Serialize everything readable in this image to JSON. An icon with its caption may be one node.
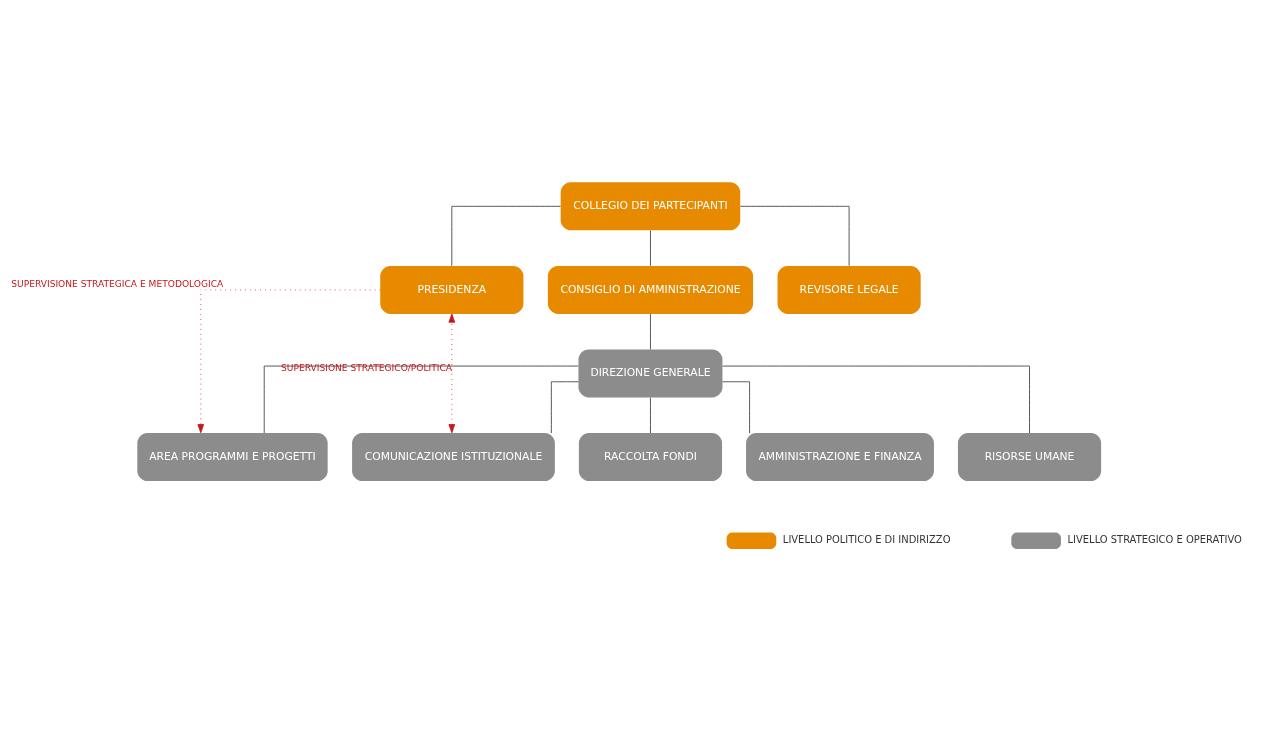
{
  "diagram": {
    "nodes": [
      {
        "text": [
          "COLLEGIO DEI PARTECIPANTI"
        ]
      },
      {
        "text": [
          "PRESIDENZA"
        ]
      },
      {
        "text": [
          "CONSIGLIO DI AMMINISTRAZIONE"
        ]
      },
      {
        "text": [
          "REVISORE LEGALE"
        ]
      },
      {
        "text": [
          "DIREZIONE GENERALE"
        ]
      },
      {
        "text": [
          "COMUNICAZIONE ISTITUZIONALE"
        ]
      },
      {
        "text": [
          "RACCOLTA FONDI"
        ]
      },
      {
        "text": [
          "AMMINISTRAZIONE E FINANZA"
        ]
      },
      {
        "text": [
          "RISORSE UMANE"
        ]
      },
      {
        "text": [
          "AREA PROGRAMMI E PROGETTI"
        ]
      }
    ],
    "edges": [
      {
        "from": 0,
        "to": 1,
        "arrow": "none"
      },
      {
        "from": 0,
        "to": 2,
        "arrow": "none"
      },
      {
        "from": 0,
        "to": 3,
        "arrow": "none"
      },
      {
        "from": 2,
        "to": 4,
        "arrow": "none"
      },
      {
        "from": 4,
        "to": 5,
        "arrow": "none"
      },
      {
        "from": 4,
        "to": 6,
        "arrow": "none"
      },
      {
        "from": 4,
        "to": 7,
        "arrow": "none"
      },
      {
        "from": 4,
        "to": 8,
        "arrow": "none"
      },
      {
        "from": 4,
        "to": 9,
        "arrow": "none"
      },
      {
        "from": 5,
        "to": 1,
        "arrow": "both",
        "label": "SUPERVISIONE STRATEGICO/POLITICA",
        "style": "dashed",
        "color": "#c8161d"
      },
      {
        "from": 1,
        "to": 9,
        "arrow": "to",
        "label": "SUPERVISIONE STRATEGICA E METODOLOGICA",
        "style": "dashed",
        "color": "#c8161d"
      }
    ],
    "legend": [
      {
        "text": "LIVELLO POLITICO E DI INDIRIZZO",
        "color": "#e88a00"
      },
      {
        "text": "LIVELLO STRATEGICO E OPERATIVO",
        "color": "#8c8c8c"
      }
    ]
  }
}
